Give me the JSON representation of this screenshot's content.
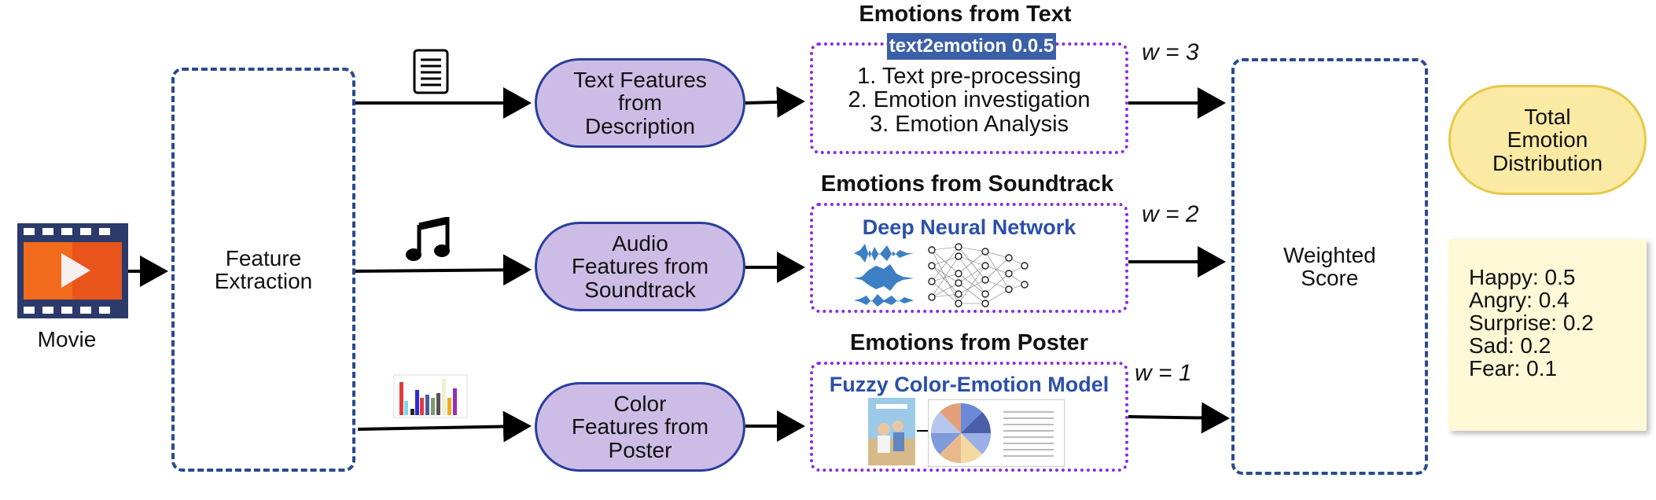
{
  "movie": {
    "label": "Movie",
    "icon": "video-play-icon"
  },
  "feature_extraction": {
    "label": "Feature\nExtraction"
  },
  "branches": {
    "text": {
      "feature_label": "Text Features\nfrom\nDescription",
      "heading": "Emotions from Text",
      "badge": "text2emotion 0.0.5",
      "steps": [
        "1. Text pre-processing",
        "2. Emotion investigation",
        "3. Emotion Analysis"
      ],
      "weight": "w = 3",
      "icon": "document-icon"
    },
    "audio": {
      "feature_label": "Audio\nFeatures from\nSoundtrack",
      "heading": "Emotions from Soundtrack",
      "model": "Deep Neural Network",
      "weight": "w = 2",
      "icon": "music-note-icon"
    },
    "color": {
      "feature_label": "Color\nFeatures from\nPoster",
      "heading": "Emotions from Poster",
      "model": "Fuzzy Color-Emotion Model",
      "weight": "w = 1",
      "icon": "bar-chart-icon"
    }
  },
  "weighted_score": {
    "label": "Weighted\nScore"
  },
  "total": {
    "label": "Total\nEmotion\nDistribution"
  },
  "distribution": [
    "Happy: 0.5",
    "Angry: 0.4",
    "Surprise: 0.2",
    "Sad: 0.2",
    "Fear: 0.1"
  ],
  "colors": {
    "dashed_border": "#2a4a8e",
    "dotted_border": "#8a2be2",
    "pill_fill": "#cdbde6",
    "pill_border": "#2a3f9a",
    "total_fill": "#fbeaa4",
    "total_border": "#e6c84a",
    "note_fill": "#fdf8d5",
    "badge_fill": "#3b5fa8",
    "model_title": "#2b50a8",
    "video_orange": "#f26a1b",
    "video_frame": "#2b3a6a"
  }
}
